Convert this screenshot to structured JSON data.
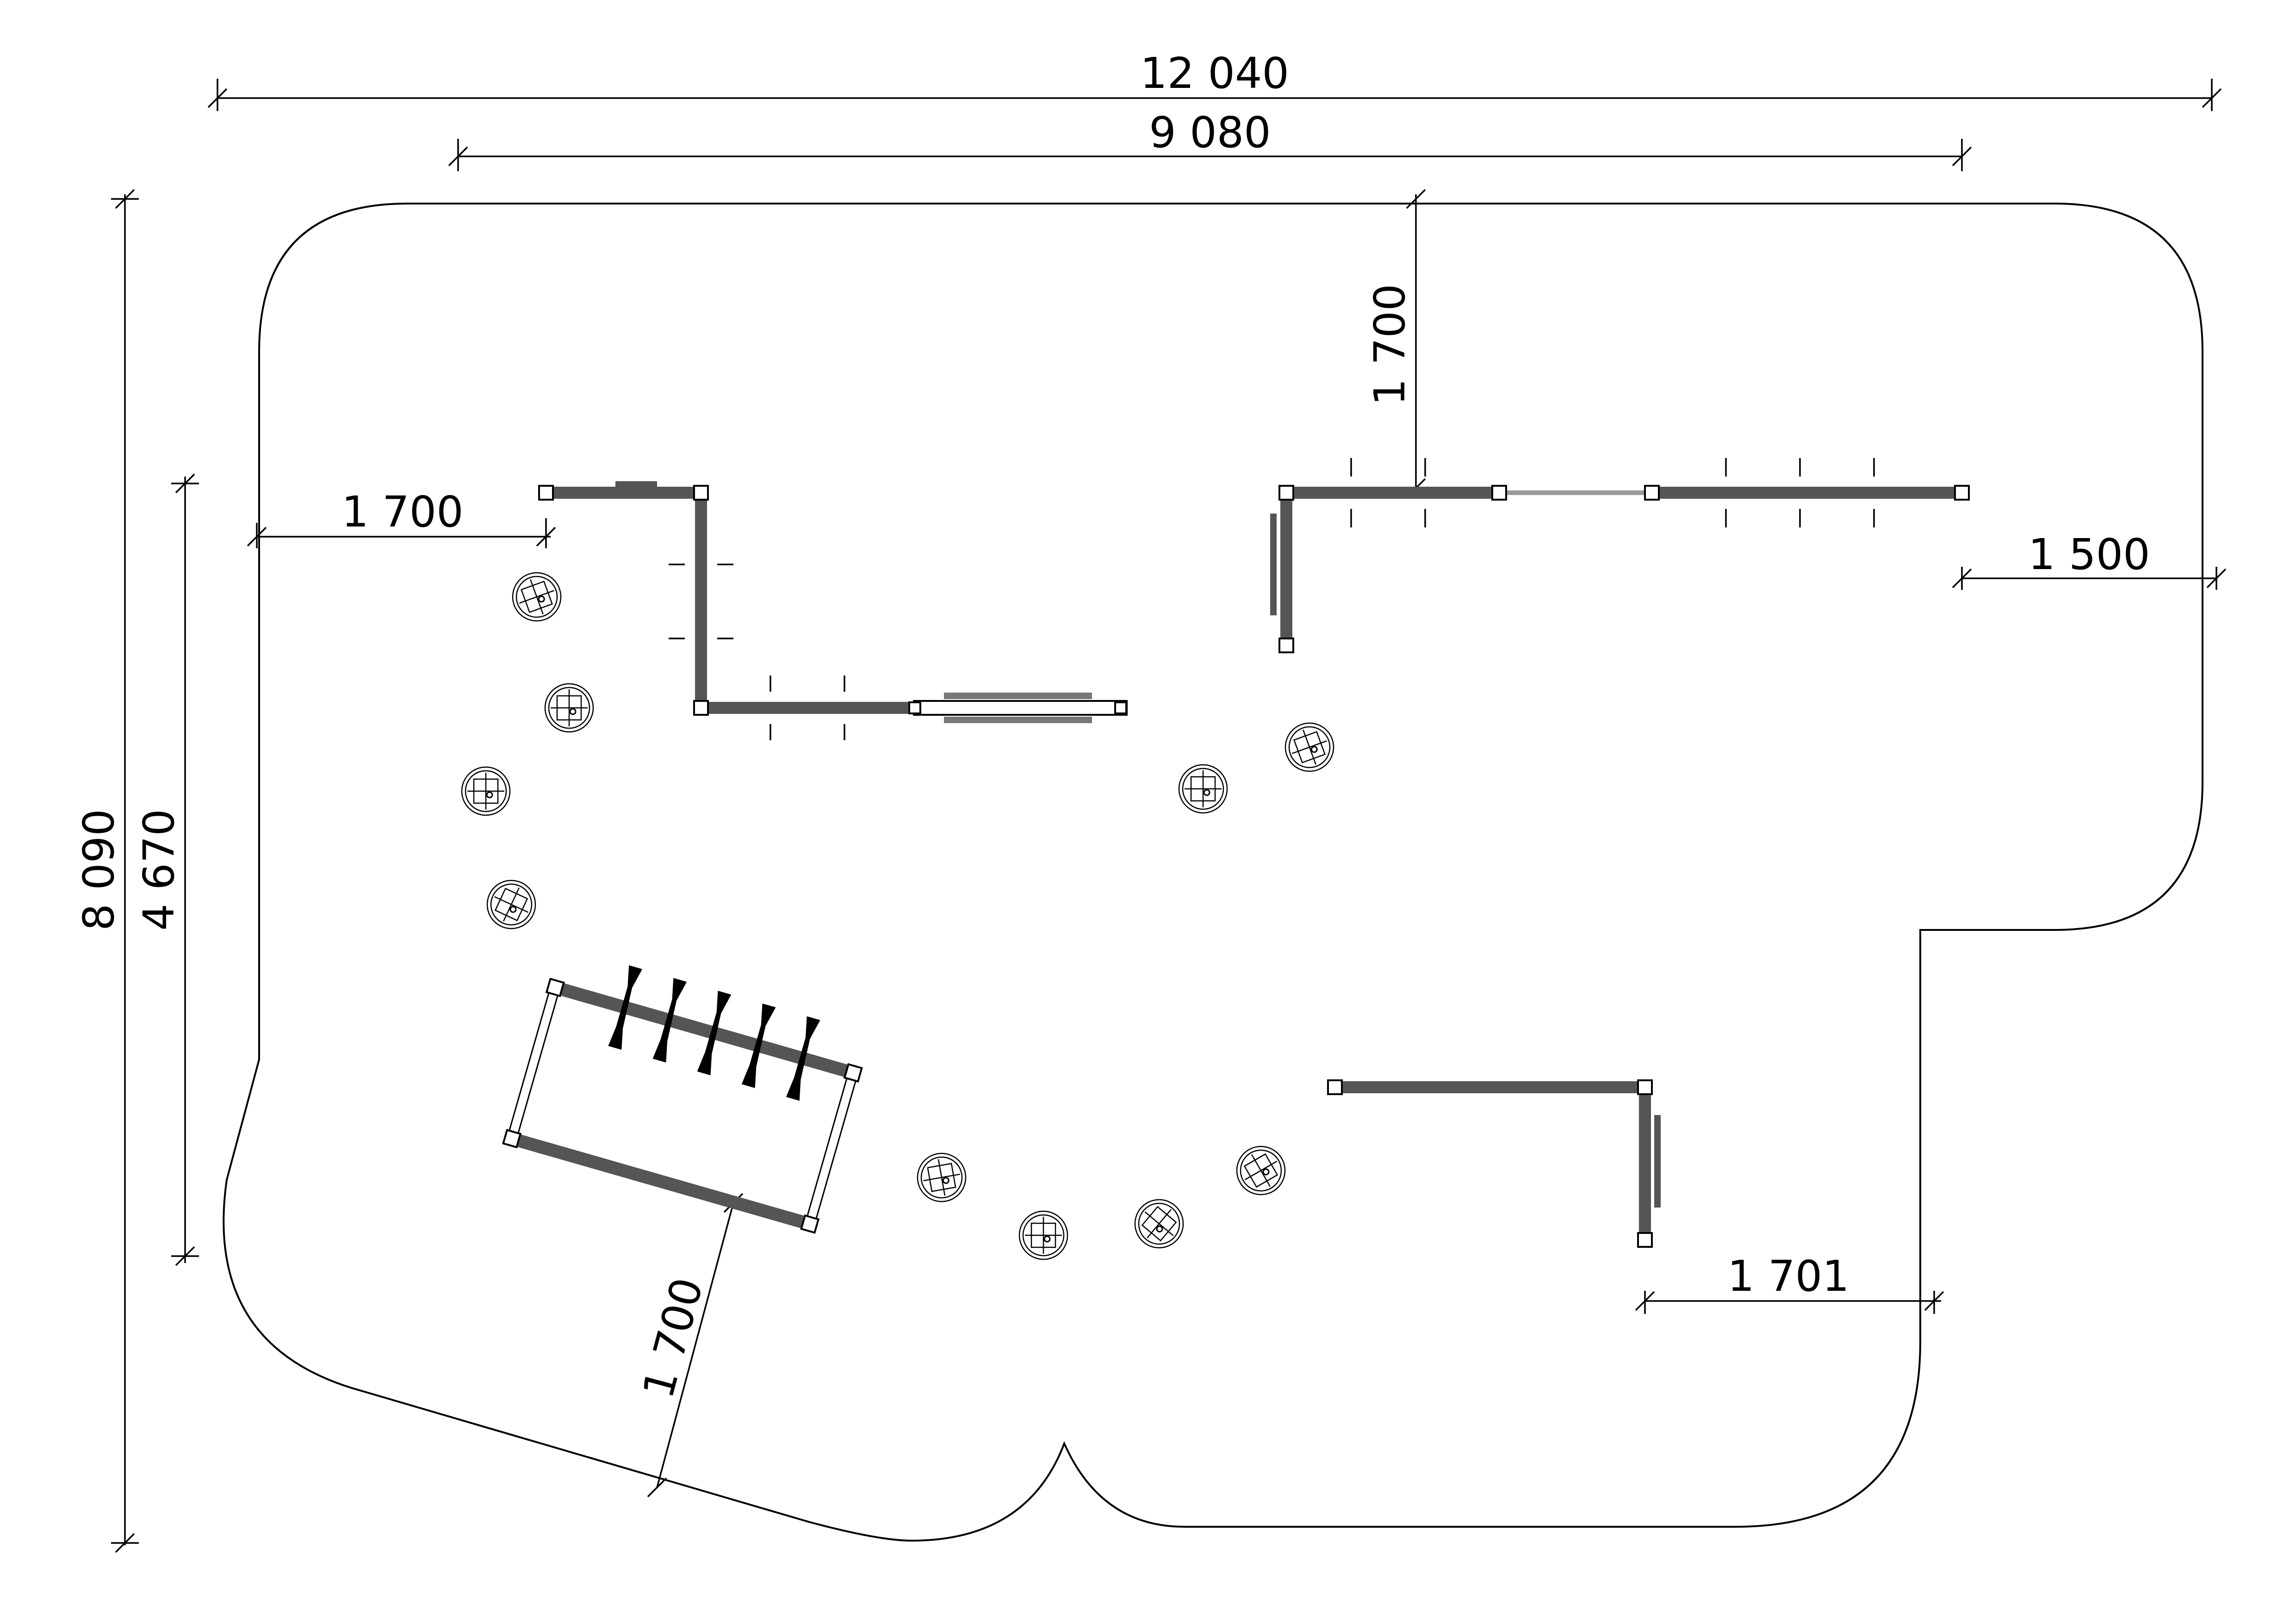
{
  "dimensions": {
    "overall_width": "12 040",
    "inner_width": "9 080",
    "overall_height": "8 090",
    "inner_height": "4 670",
    "left_offset": "1 700",
    "top_offset": "1 700",
    "right_offset": "1 500",
    "bottom_right_offset": "1 701",
    "bottom_left_offset": "1 700"
  },
  "colors": {
    "line": "#000000",
    "beam": "#555555",
    "background": "#ffffff"
  }
}
